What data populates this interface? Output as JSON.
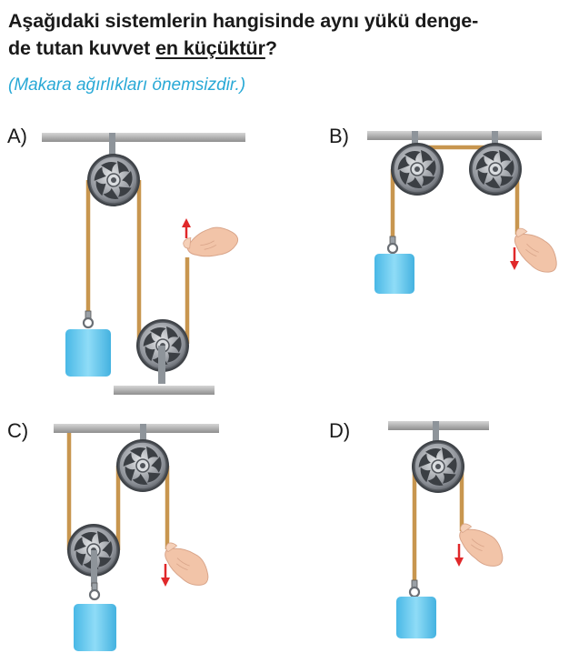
{
  "question": {
    "line1": "Aşağıdaki sistemlerin hangisinde aynı yükü denge-",
    "line2_pre": "de tutan kuvvet ",
    "line2_emph": "en küçüktür",
    "line2_post": "?",
    "note": "(Makara ağırlıkları önemsizdir.)"
  },
  "options": [
    {
      "label": "A)"
    },
    {
      "label": "B)"
    },
    {
      "label": "C)"
    },
    {
      "label": "D)"
    }
  ],
  "colors": {
    "ceiling": "#a9a9a9",
    "rope": "#c8964f",
    "load": "#5ec8ef",
    "arrow": "#e0282a",
    "pulley": "#8a8f96",
    "hand": "#f2c4a8"
  }
}
